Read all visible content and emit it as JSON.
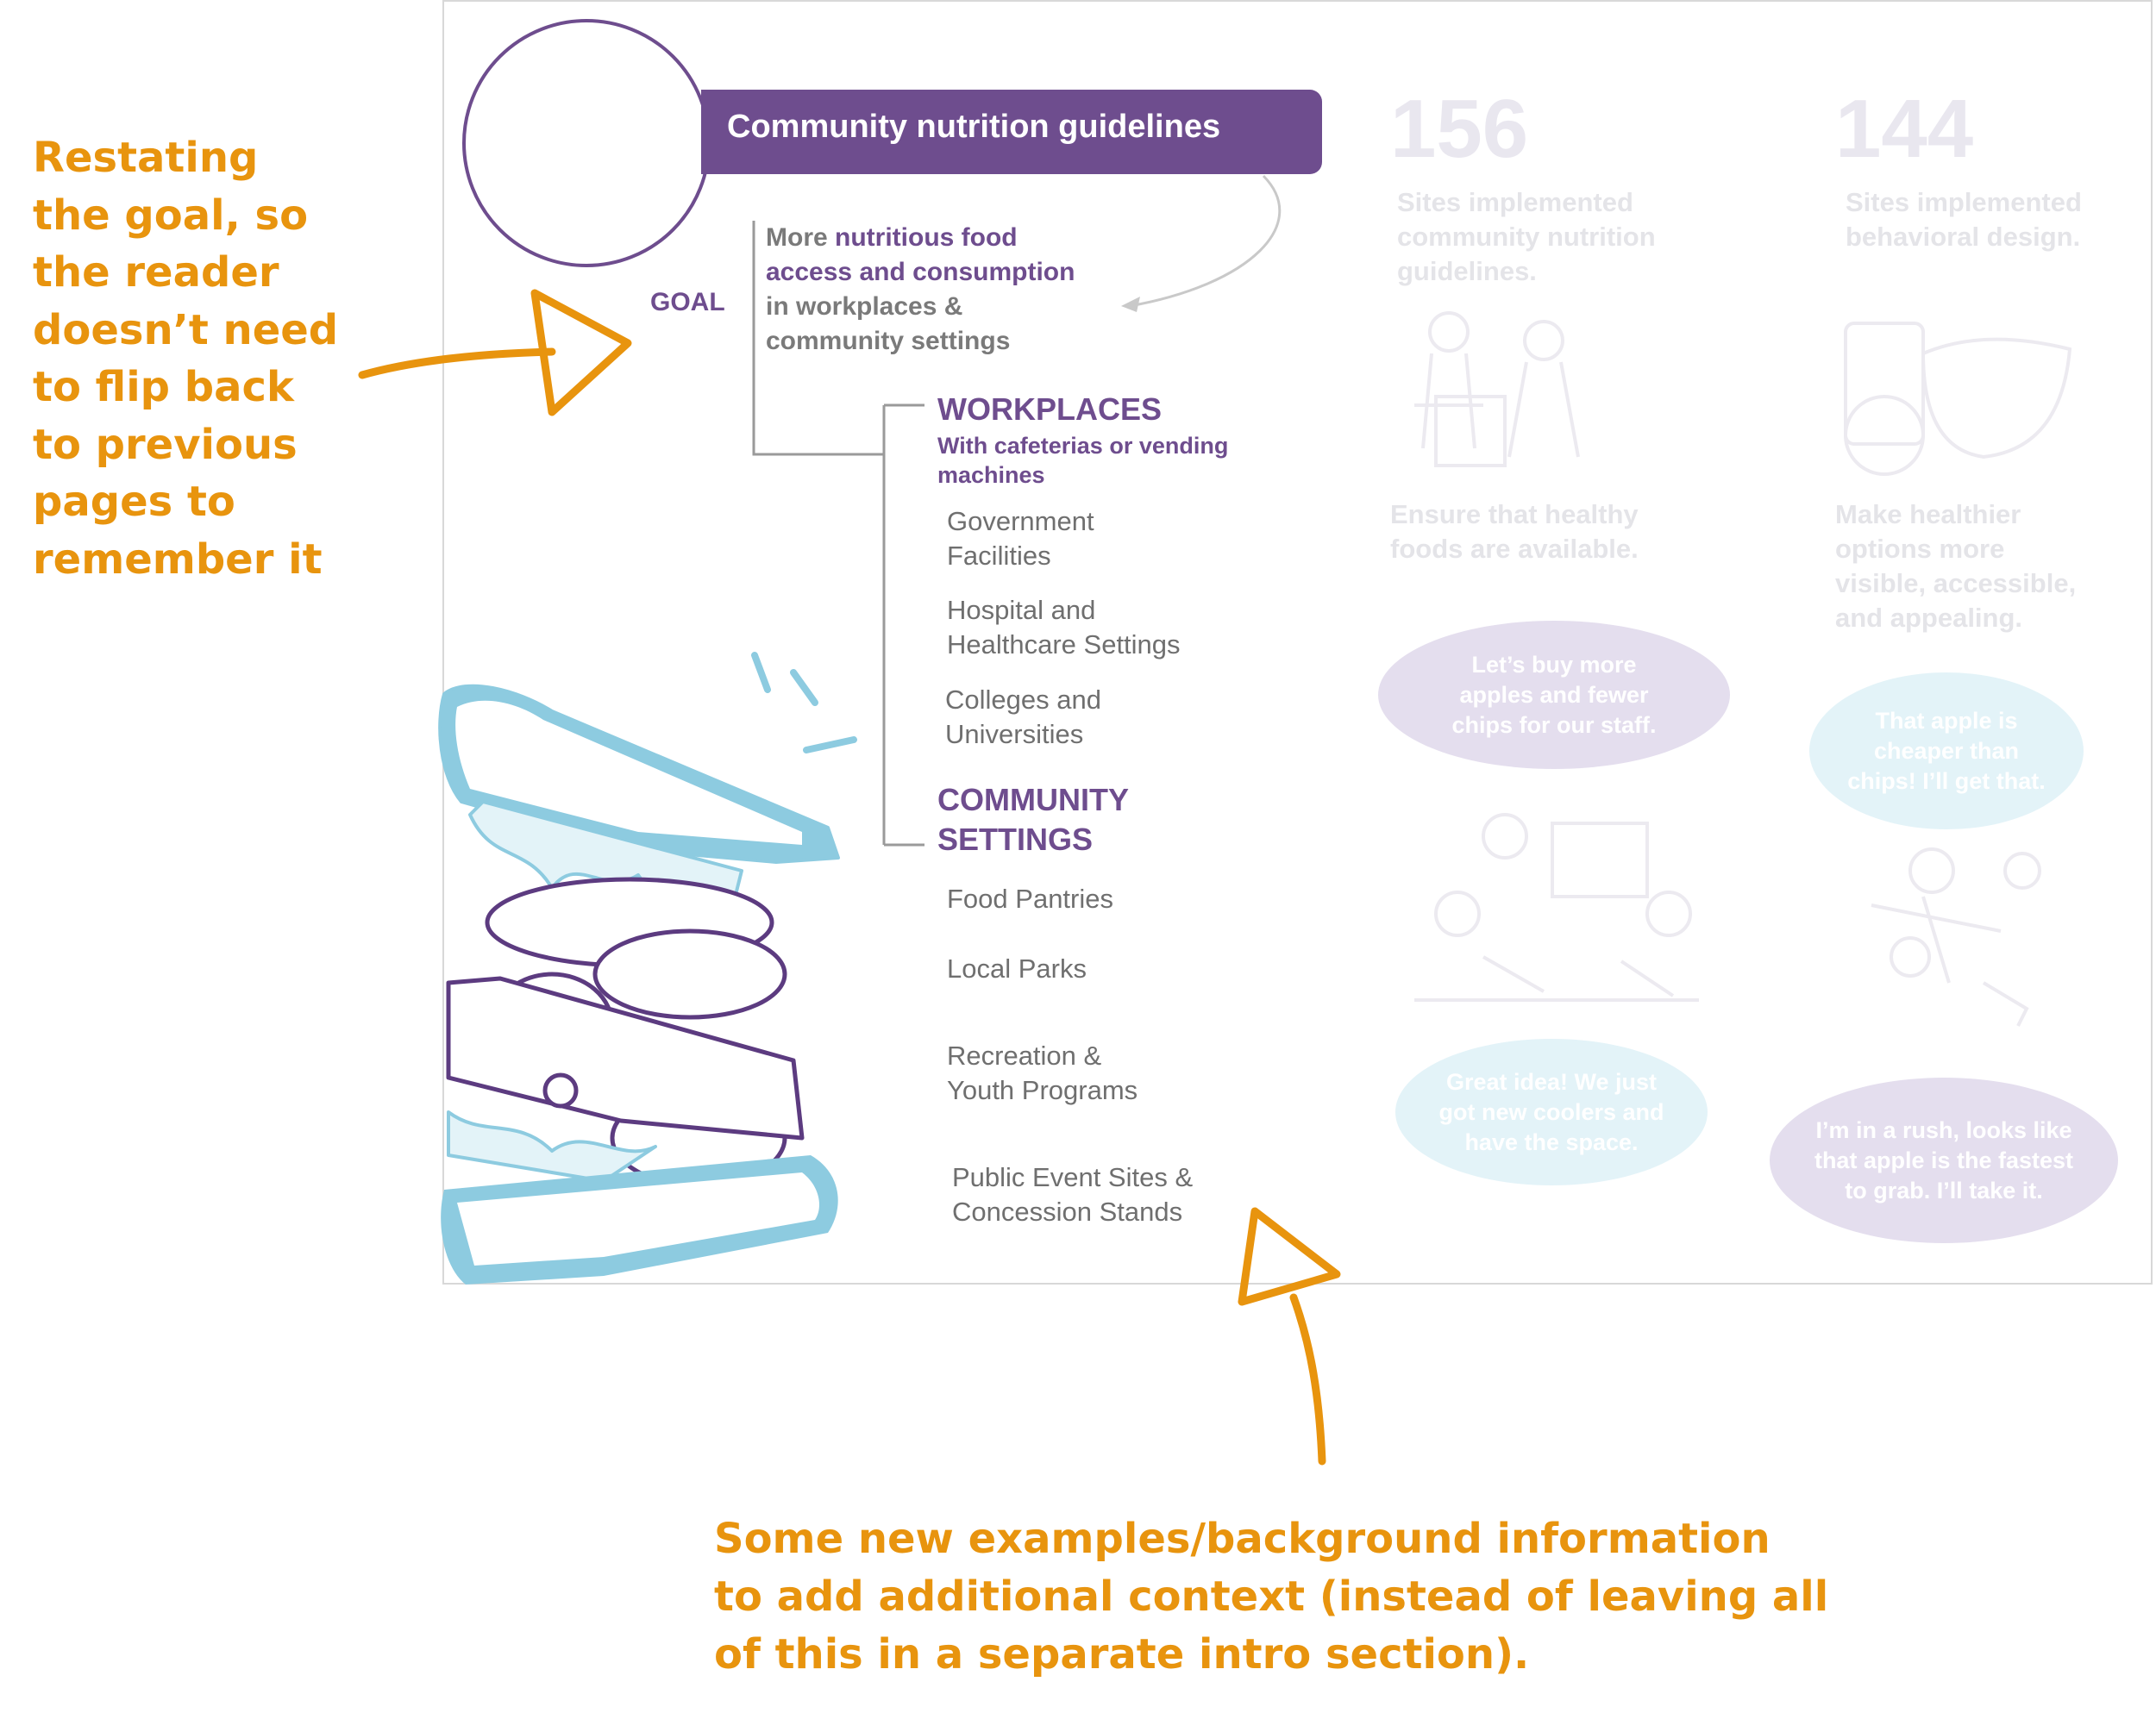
{
  "annotations": {
    "left_note": [
      "Restating",
      "the goal, so",
      "the reader",
      "doesn’t need",
      "to flip back",
      "to previous",
      "pages to",
      "remember it"
    ],
    "bottom_note": [
      "Some new examples/background information",
      "to add additional context (instead of leaving all",
      "of this in a separate intro section)."
    ]
  },
  "page": {
    "title": "Community nutrition guidelines",
    "goal_label": "GOAL",
    "goal_statement": {
      "line1_a": "More ",
      "line1_b": "nutritious food",
      "line2": "access and consumption",
      "line3": "in workplaces &",
      "line4": "community settings"
    },
    "workplaces": {
      "heading": "WORKPLACES",
      "sub_line1": "With cafeterias or vending",
      "sub_line2": "machines",
      "items": [
        [
          "Government",
          "Facilities"
        ],
        [
          "Hospital and",
          "Healthcare Settings"
        ],
        [
          "Colleges and",
          "Universities"
        ]
      ]
    },
    "community": {
      "heading_line1": "COMMUNITY",
      "heading_line2": "SETTINGS",
      "items": [
        [
          "Food Pantries"
        ],
        [
          "Local Parks"
        ],
        [
          "Recreation &",
          "Youth Programs"
        ],
        [
          "Public Event Sites &",
          "Concession Stands"
        ]
      ]
    },
    "stats": [
      {
        "number": "156",
        "caption": [
          "Sites implemented",
          "community nutrition",
          "guidelines."
        ],
        "action": [
          "Ensure that healthy",
          "foods are available."
        ],
        "bubble_top": "Let’s buy more\napples and fewer\nchips for our staff.",
        "bubble_bottom": "Great idea! We just\ngot new coolers and\nhave the space."
      },
      {
        "number": "144",
        "caption": [
          "Sites implemented",
          "behavioral design."
        ],
        "action": [
          "Make healthier",
          "options more",
          "visible, accessible,",
          "and appealing."
        ],
        "bubble_top": "That apple is\ncheaper than\nchips! I’ll get that.",
        "bubble_bottom": "I’m in a rush, looks like\nthat apple is the fastest\nto grab. I’ll take it."
      }
    ]
  },
  "colors": {
    "accent_orange": "#E8940E",
    "brand_purple": "#6E4D8E",
    "sandwich_blue": "#8DCBE0",
    "bubble_lavender": "#E4DEEE",
    "bubble_blue": "#E3F3F8"
  },
  "icons": {
    "goal_icon": "vegetable-basket-icon",
    "illustration": "sandwich-illustration"
  }
}
